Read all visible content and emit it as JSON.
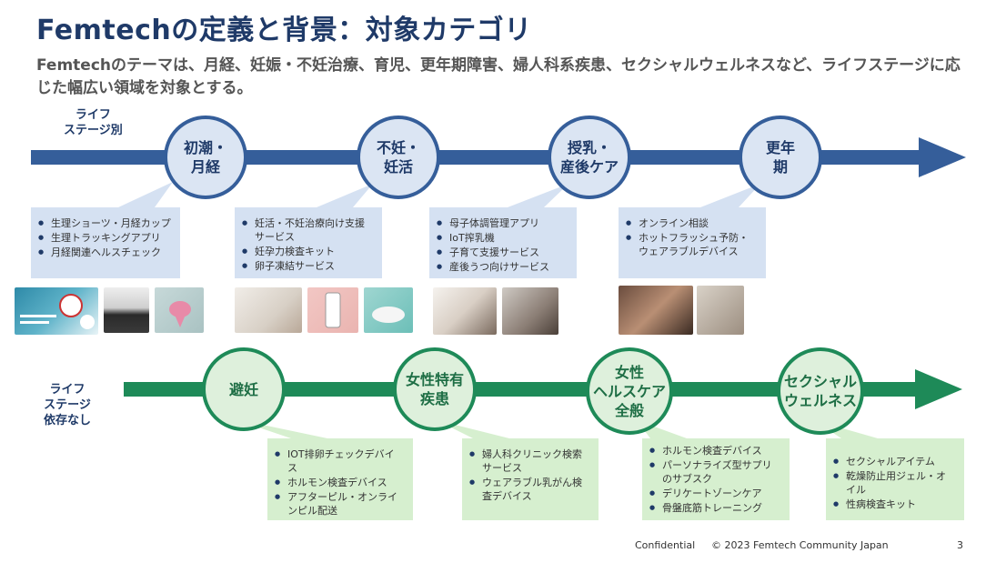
{
  "title": "Femtechの定義と背景：対象カテゴリ",
  "subtitle": "Femtechのテーマは、月経、妊娠・不妊治療、育児、更年期障害、婦人科系疾患、セクシャルウェルネスなど、ライフステージに応じた幅広い領域を対象とする。",
  "colors": {
    "title": "#1f3a68",
    "blue_axis": "#355e9a",
    "green_axis": "#1e8a58",
    "blue_box": "#d5e1f2",
    "green_box": "#d6efcf"
  },
  "life_stage_row": {
    "label_line1": "ライフ",
    "label_line2": "ステージ別",
    "nodes": [
      {
        "line1": "初潮・",
        "line2": "月経",
        "items": [
          "生理ショーツ・月経カップ",
          "生理トラッキングアプリ",
          "月経関連ヘルスチェック"
        ]
      },
      {
        "line1": "不妊・",
        "line2": "妊活",
        "items": [
          "妊活・不妊治療向け支援サービス",
          "妊孕力検査キット",
          "卵子凍結サービス"
        ]
      },
      {
        "line1": "授乳・",
        "line2": "産後ケア",
        "items": [
          "母子体調管理アプリ",
          "IoT搾乳機",
          "子育て支援サービス",
          "産後うつ向けサービス"
        ]
      },
      {
        "line1": "更年",
        "line2": "期",
        "items": [
          "オンライン相談",
          "ホットフラッシュ予防・ウェアラブルデバイス"
        ]
      }
    ]
  },
  "independent_row": {
    "label_line1": "ライフ",
    "label_line2": "ステージ",
    "label_line3": "依存なし",
    "nodes": [
      {
        "line1": "避妊",
        "line2": "",
        "line3": "",
        "items": [
          "IOT排卵チェックデバイス",
          "ホルモン検査デバイス",
          "アフターピル・オンラインピル配送"
        ]
      },
      {
        "line1": "女性特有",
        "line2": "疾患",
        "line3": "",
        "items": [
          "婦人科クリニック検索サービス",
          "ウェアラブル乳がん検査デバイス"
        ]
      },
      {
        "line1": "女性",
        "line2": "ヘルスケア",
        "line3": "全般",
        "items": [
          "ホルモン検査デバイス",
          "パーソナライズ型サプリのサブスク",
          "デリケートゾーンケア",
          "骨盤底筋トレーニング"
        ]
      },
      {
        "line1": "セクシャル",
        "line2": "ウェルネス",
        "line3": "",
        "items": [
          "セクシャルアイテム",
          "乾燥防止用ジェル・オイル",
          "性病検査キット"
        ]
      }
    ]
  },
  "footer": {
    "confidential": "Confidential",
    "copyright": "© 2023 Femtech Community Japan",
    "page": "3"
  }
}
